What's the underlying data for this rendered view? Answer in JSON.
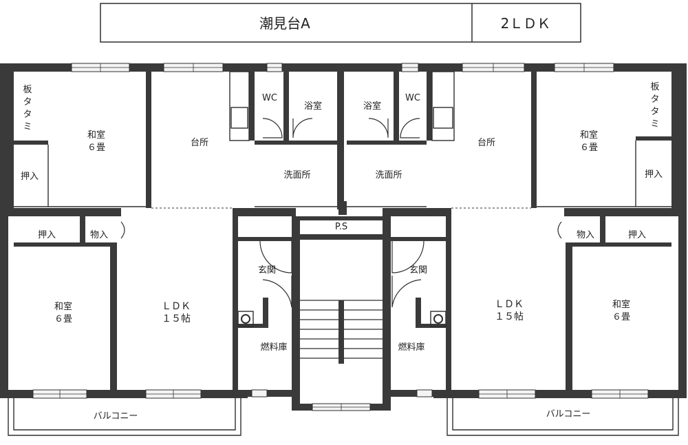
{
  "title": {
    "name": "潮見台A",
    "type": "2ＬＤＫ"
  },
  "left_unit": {
    "washitsu_top": "和室",
    "washitsu_top_size": "６畳",
    "itatatami": [
      "板",
      "タ",
      "タ",
      "ミ"
    ],
    "oshiire_top": "押入",
    "daidokoro": "台所",
    "wc": "WC",
    "yokushitsu": "浴室",
    "senmenjo": "洗面所",
    "oshiire_mid": "押入",
    "monoire": "物入",
    "washitsu_bottom": "和室",
    "washitsu_bottom_size": "６畳",
    "ldk": "ＬＤＫ",
    "ldk_size": "１５帖",
    "genkan": "玄関",
    "nenryouko": "燃料庫",
    "balcony": "バルコニー"
  },
  "right_unit": {
    "washitsu_top": "和室",
    "washitsu_top_size": "６畳",
    "itatatami": [
      "板",
      "タ",
      "タ",
      "ミ"
    ],
    "oshiire_top": "押入",
    "daidokoro": "台所",
    "wc": "WC",
    "yokushitsu": "浴室",
    "senmenjo": "洗面所",
    "oshiire_mid": "押入",
    "monoire": "物入",
    "washitsu_bottom": "和室",
    "washitsu_bottom_size": "６畳",
    "ldk": "ＬＤＫ",
    "ldk_size": "１５帖",
    "genkan": "玄関",
    "nenryouko": "燃料庫",
    "balcony": "バルコニー"
  },
  "common": {
    "ps": "P.S"
  }
}
